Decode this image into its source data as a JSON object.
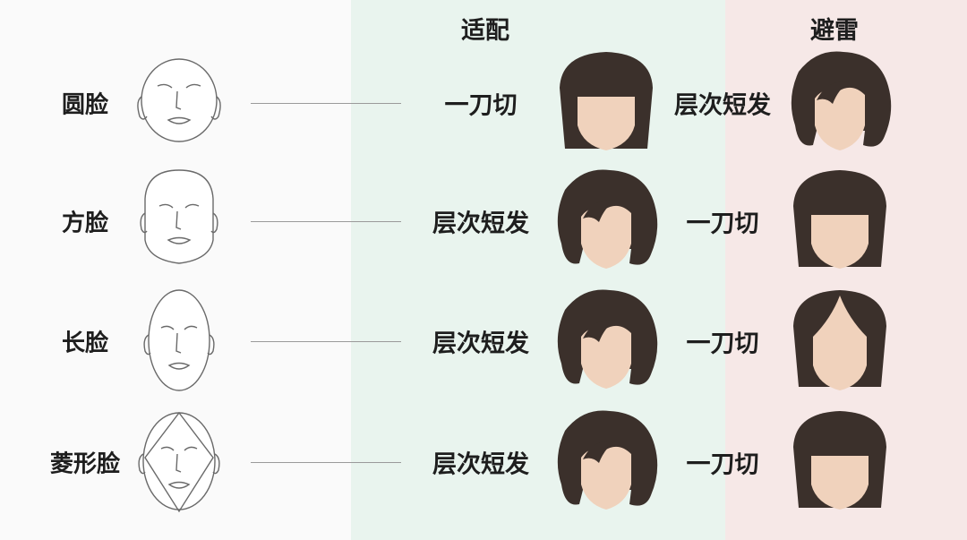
{
  "headers": {
    "fit": "适配",
    "avoid": "避雷"
  },
  "rows": [
    {
      "face": "圆脸",
      "face_icon": "round-face-icon",
      "fit": "一刀切",
      "fit_icon": "blunt-cut-hair-icon",
      "avoid": "层次短发",
      "avoid_icon": "layered-short-hair-icon"
    },
    {
      "face": "方脸",
      "face_icon": "square-face-icon",
      "fit": "层次短发",
      "fit_icon": "layered-short-hair-icon",
      "avoid": "一刀切",
      "avoid_icon": "blunt-cut-hair-icon"
    },
    {
      "face": "长脸",
      "face_icon": "long-face-icon",
      "fit": "层次短发",
      "fit_icon": "layered-short-hair-icon",
      "avoid": "一刀切",
      "avoid_icon": "blunt-cut-hair-center-part-icon"
    },
    {
      "face": "菱形脸",
      "face_icon": "diamond-face-icon",
      "fit": "层次短发",
      "fit_icon": "layered-short-hair-icon",
      "avoid": "一刀切",
      "avoid_icon": "blunt-cut-hair-icon"
    }
  ],
  "colors": {
    "fit_bg": "#e9f4ee",
    "avoid_bg": "#f6e8e7",
    "hair": "#3b302b",
    "skin": "#f0d2bc"
  }
}
